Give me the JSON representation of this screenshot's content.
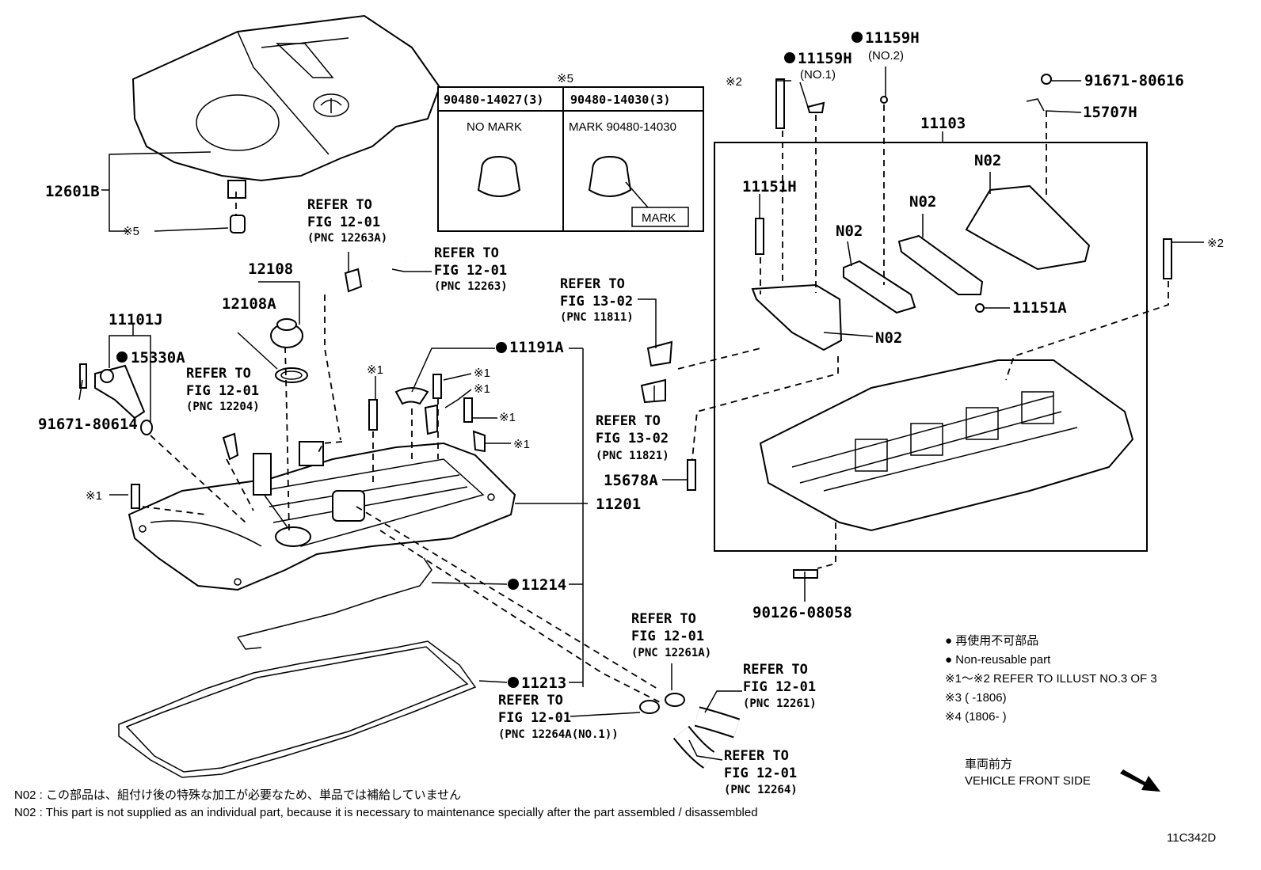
{
  "figure_id": "11C342D",
  "parts": {
    "p12601B": "12601B",
    "p12108": "12108",
    "p12108A": "12108A",
    "p11101J": "11101J",
    "p15330A": "15330A",
    "p91671_80614": "91671-80614",
    "p11191A": "11191A",
    "p11201": "11201",
    "p11214": "11214",
    "p11213": "11213",
    "p11159H_1": "11159H",
    "p11159H_1_sub": "(NO.1)",
    "p11159H_2": "11159H",
    "p11159H_2_sub": "(NO.2)",
    "p91671_80616": "91671-80616",
    "p15707H": "15707H",
    "p11103": "11103",
    "p11151H": "11151H",
    "p11151A": "11151A",
    "p15678A": "15678A",
    "p90126_08058": "90126-08058",
    "n02": "N02",
    "note5": "※5",
    "note2": "※2",
    "note1": "※1"
  },
  "refs": {
    "refer_to": "REFER TO",
    "fig_12_01": "FIG 12-01",
    "fig_13_02": "FIG 13-02",
    "pnc_12263A": "(PNC 12263A)",
    "pnc_12263": "(PNC 12263)",
    "pnc_12204": "(PNC 12204)",
    "pnc_11811": "(PNC 11811)",
    "pnc_11821": "(PNC 11821)",
    "pnc_12261A": "(PNC 12261A)",
    "pnc_12261": "(PNC 12261)",
    "pnc_12264A": "(PNC 12264A(NO.1))",
    "pnc_12264": "(PNC 12264)"
  },
  "table": {
    "header_mark": "※5",
    "col1_title": "90480-14027(3)",
    "col2_title": "90480-14030(3)",
    "col1_desc": "NO MARK",
    "col2_desc": "MARK 90480-14030",
    "mark_label": "MARK"
  },
  "legend": {
    "line1": "● 再使用不可部品",
    "line2": "● Non-reusable part",
    "line3": "※1～※2 REFER TO ILLUST NO.3 OF 3",
    "line4": "※3 (      -1806)",
    "line5": "※4 (1806-      )"
  },
  "direction": {
    "ja": "車両前方",
    "en": "VEHICLE FRONT SIDE"
  },
  "footnotes": {
    "ja": "N02 : この部品は、組付け後の特殊な加工が必要なため、単品では補給していません",
    "en": "N02 : This part is not supplied as an individual part, because it is necessary to maintenance specially after the part assembled / disassembled"
  }
}
